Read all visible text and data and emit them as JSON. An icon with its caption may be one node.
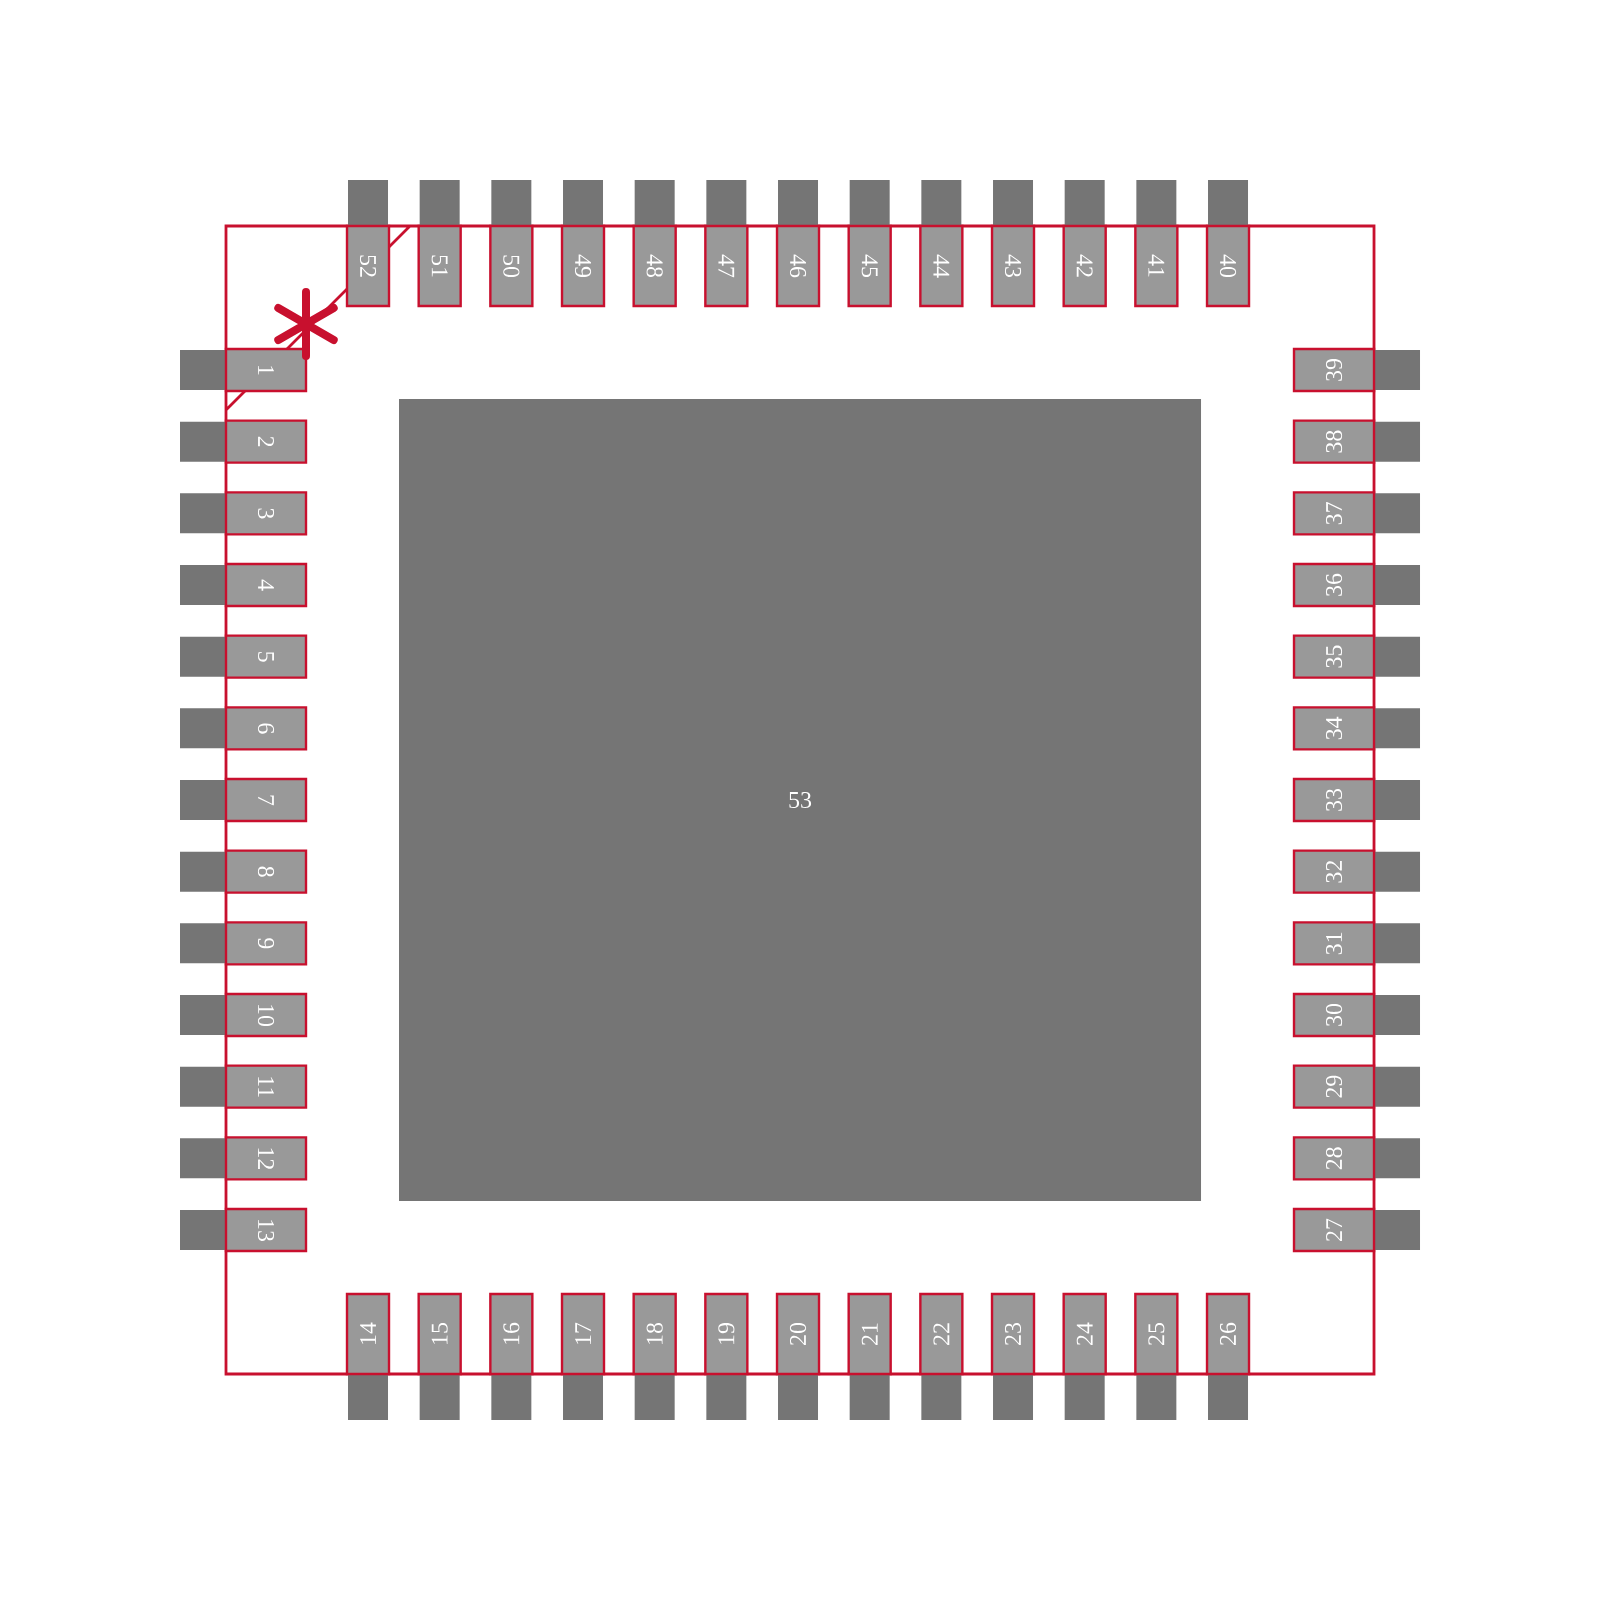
{
  "diagram": {
    "nodes": [
      {
        "text": [
          "1"
        ]
      },
      {
        "text": [
          "2"
        ]
      },
      {
        "text": [
          "3"
        ]
      },
      {
        "text": [
          "4"
        ]
      },
      {
        "text": [
          "5"
        ]
      },
      {
        "text": [
          "6"
        ]
      },
      {
        "text": [
          "7"
        ]
      },
      {
        "text": [
          "8"
        ]
      },
      {
        "text": [
          "9"
        ]
      },
      {
        "text": [
          "10"
        ]
      },
      {
        "text": [
          "11"
        ]
      },
      {
        "text": [
          "12"
        ]
      },
      {
        "text": [
          "13"
        ]
      },
      {
        "text": [
          "14"
        ]
      },
      {
        "text": [
          "15"
        ]
      },
      {
        "text": [
          "16"
        ]
      },
      {
        "text": [
          "17"
        ]
      },
      {
        "text": [
          "18"
        ]
      },
      {
        "text": [
          "19"
        ]
      },
      {
        "text": [
          "20"
        ]
      },
      {
        "text": [
          "21"
        ]
      },
      {
        "text": [
          "22"
        ]
      },
      {
        "text": [
          "23"
        ]
      },
      {
        "text": [
          "24"
        ]
      },
      {
        "text": [
          "25"
        ]
      },
      {
        "text": [
          "26"
        ]
      },
      {
        "text": [
          "27"
        ]
      },
      {
        "text": [
          "28"
        ]
      },
      {
        "text": [
          "29"
        ]
      },
      {
        "text": [
          "30"
        ]
      },
      {
        "text": [
          "31"
        ]
      },
      {
        "text": [
          "32"
        ]
      },
      {
        "text": [
          "33"
        ]
      },
      {
        "text": [
          "34"
        ]
      },
      {
        "text": [
          "35"
        ]
      },
      {
        "text": [
          "36"
        ]
      },
      {
        "text": [
          "37"
        ]
      },
      {
        "text": [
          "38"
        ]
      },
      {
        "text": [
          "39"
        ]
      },
      {
        "text": [
          "40"
        ]
      },
      {
        "text": [
          "41"
        ]
      },
      {
        "text": [
          "42"
        ]
      },
      {
        "text": [
          "43"
        ]
      },
      {
        "text": [
          "44"
        ]
      },
      {
        "text": [
          "45"
        ]
      },
      {
        "text": [
          "46"
        ]
      },
      {
        "text": [
          "47"
        ]
      },
      {
        "text": [
          "48"
        ]
      },
      {
        "text": [
          "49"
        ]
      },
      {
        "text": [
          "50"
        ]
      },
      {
        "text": [
          "51"
        ]
      },
      {
        "text": [
          "52"
        ]
      },
      {
        "text": [
          "53"
        ]
      }
    ]
  }
}
